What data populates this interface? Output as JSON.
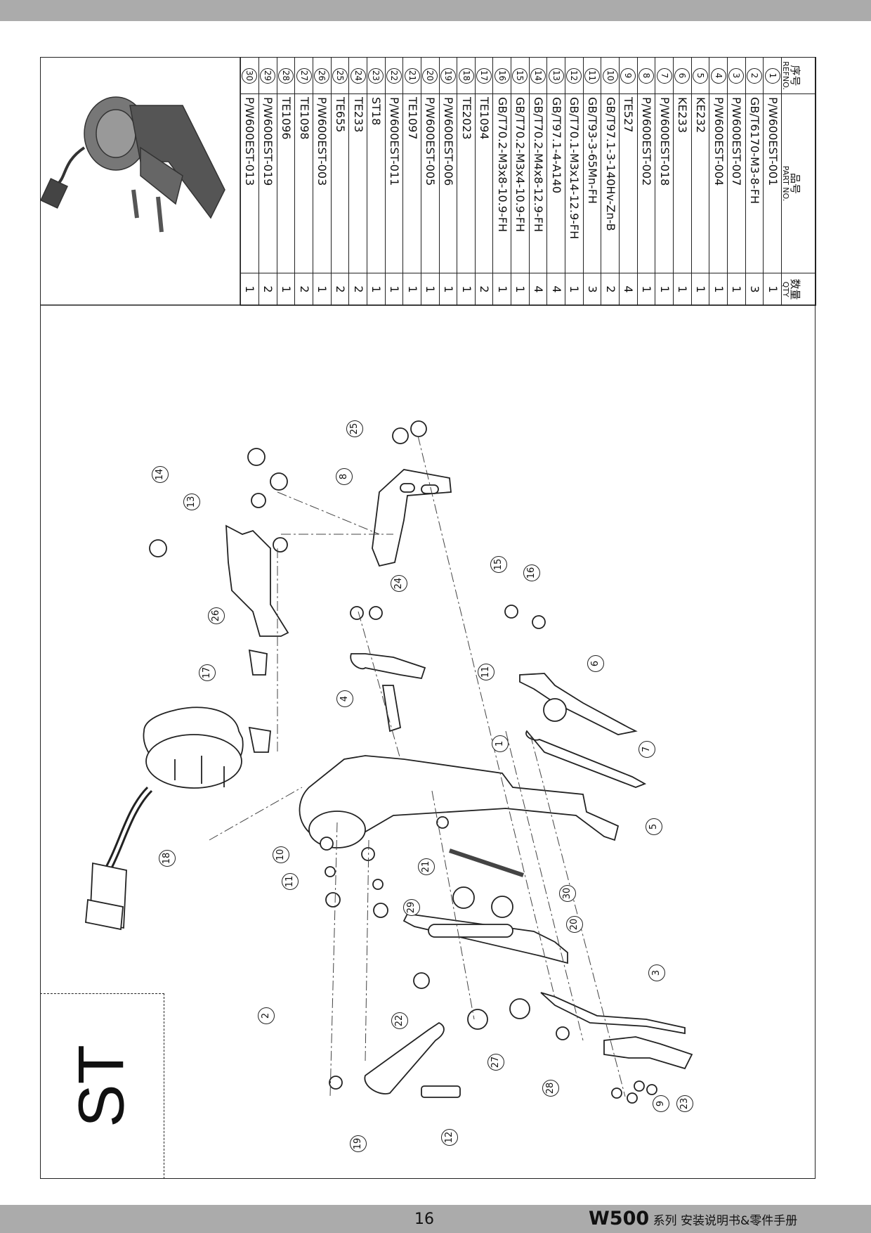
{
  "header": {},
  "footer": {
    "page_number": "16",
    "model": "W500",
    "series_title": "系列  安装说明书&零件手册"
  },
  "section_label": "ST",
  "parts_table": {
    "headers": {
      "ref_cn": "序号",
      "ref_en": "REFNO.",
      "part_cn": "品号",
      "part_en": "PART NO.",
      "qty_cn": "数量",
      "qty_en": "QTY"
    },
    "rows": [
      {
        "ref": "1",
        "part": "P/W600EST-001",
        "qty": "1"
      },
      {
        "ref": "2",
        "part": "GB/T6170-M3-8-FH",
        "qty": "3"
      },
      {
        "ref": "3",
        "part": "P/W600EST-007",
        "qty": "1"
      },
      {
        "ref": "4",
        "part": "P/W600EST-004",
        "qty": "1"
      },
      {
        "ref": "5",
        "part": "KE232",
        "qty": "1"
      },
      {
        "ref": "6",
        "part": "KE233",
        "qty": "1"
      },
      {
        "ref": "7",
        "part": "P/W600EST-018",
        "qty": "1"
      },
      {
        "ref": "8",
        "part": "P/W600EST-002",
        "qty": "1"
      },
      {
        "ref": "9",
        "part": "TE527",
        "qty": "4"
      },
      {
        "ref": "10",
        "part": "GB/T97.1-3-140Hv-Zn-B",
        "qty": "2"
      },
      {
        "ref": "11",
        "part": "GB/T93-3-65Mn-FH",
        "qty": "3"
      },
      {
        "ref": "12",
        "part": "GB/T70.1-M3x14-12.9-FH",
        "qty": "1"
      },
      {
        "ref": "13",
        "part": "GB/T97.1-4-A140",
        "qty": "4"
      },
      {
        "ref": "14",
        "part": "GB/T70.2-M4x8-12.9-FH",
        "qty": "4"
      },
      {
        "ref": "15",
        "part": "GB/T70.2-M3x4-10.9-FH",
        "qty": "1"
      },
      {
        "ref": "16",
        "part": "GB/T70.2-M3x8-10.9-FH",
        "qty": "1"
      },
      {
        "ref": "17",
        "part": "TE1094",
        "qty": "2"
      },
      {
        "ref": "18",
        "part": "TE2023",
        "qty": "1"
      },
      {
        "ref": "19",
        "part": "P/W600EST-006",
        "qty": "1"
      },
      {
        "ref": "20",
        "part": "P/W600EST-005",
        "qty": "1"
      },
      {
        "ref": "21",
        "part": "TE1097",
        "qty": "1"
      },
      {
        "ref": "22",
        "part": "P/W600EST-011",
        "qty": "1"
      },
      {
        "ref": "23",
        "part": "ST18",
        "qty": "1"
      },
      {
        "ref": "24",
        "part": "TE233",
        "qty": "2"
      },
      {
        "ref": "25",
        "part": "TE655",
        "qty": "2"
      },
      {
        "ref": "26",
        "part": "P/W600EST-003",
        "qty": "1"
      },
      {
        "ref": "27",
        "part": "TE1098",
        "qty": "2"
      },
      {
        "ref": "28",
        "part": "TE1096",
        "qty": "1"
      },
      {
        "ref": "29",
        "part": "P/W600EST-019",
        "qty": "2"
      },
      {
        "ref": "30",
        "part": "P/W600EST-013",
        "qty": "1"
      }
    ]
  },
  "balloons": [
    "1",
    "2",
    "3",
    "4",
    "5",
    "6",
    "7",
    "8",
    "9",
    "10",
    "11",
    "12",
    "13",
    "14",
    "15",
    "16",
    "17",
    "18",
    "19",
    "20",
    "21",
    "22",
    "23",
    "24",
    "25",
    "26",
    "27",
    "28",
    "29",
    "30"
  ]
}
